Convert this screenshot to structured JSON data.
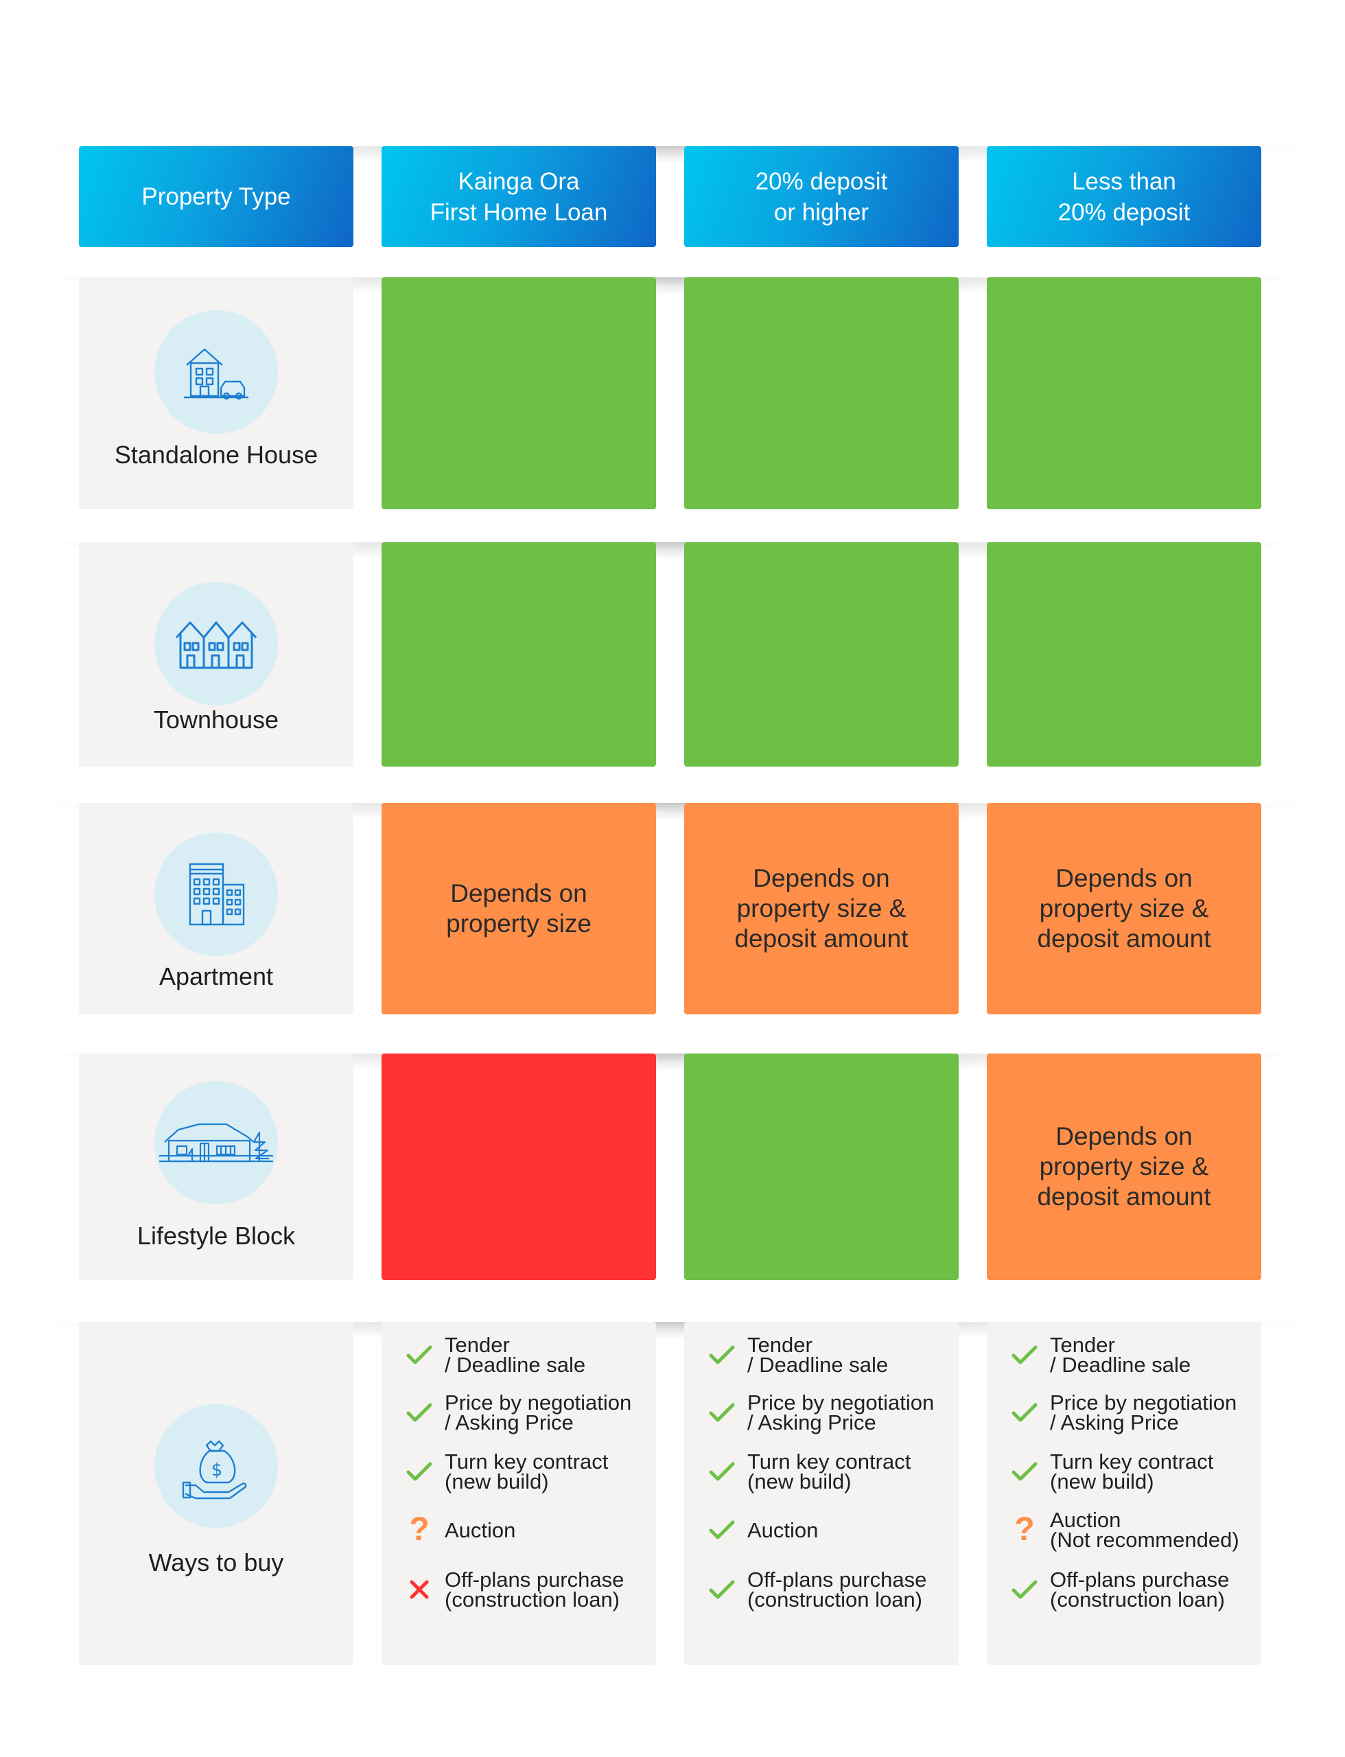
{
  "colors": {
    "header_gradient": [
      "#00c6ef",
      "#0f66c6"
    ],
    "label_bg": "#f4f3f1",
    "icon_bg": "#d8eef4",
    "green": "#6dbf46",
    "orange": "#ff8f48",
    "red": "#ff3131",
    "check": "#6dbf46",
    "question": "#ff8f48",
    "cross": "#ff3131"
  },
  "headers": {
    "property_type": "Property Type",
    "col1": "Kainga Ora\nFirst Home Loan",
    "col2": "20% deposit\nor higher",
    "col3": "Less than\n20% deposit"
  },
  "rows": {
    "standalone": {
      "label": "Standalone House",
      "icon": "house-with-car-icon",
      "cells": [
        "green",
        "green",
        "green"
      ],
      "texts": [
        "",
        "",
        ""
      ]
    },
    "townhouse": {
      "label": "Townhouse",
      "icon": "townhouses-icon",
      "cells": [
        "green",
        "green",
        "green"
      ],
      "texts": [
        "",
        "",
        ""
      ]
    },
    "apartment": {
      "label": "Apartment",
      "icon": "apartment-building-icon",
      "cells": [
        "orange",
        "orange",
        "orange"
      ],
      "texts": [
        "Depends on\nproperty size",
        "Depends on\nproperty size &\ndeposit amount",
        "Depends on\nproperty size &\ndeposit amount"
      ]
    },
    "lifestyle": {
      "label": "Lifestyle Block",
      "icon": "farmhouse-with-trees-icon",
      "cells": [
        "red",
        "green",
        "orange"
      ],
      "texts": [
        "",
        "",
        "Depends on\nproperty size &\ndeposit amount"
      ]
    }
  },
  "ways": {
    "label": "Ways to buy",
    "icon": "money-bag-hand-icon",
    "columns": [
      [
        {
          "status": "check",
          "text": "Tender\n/ Deadline sale"
        },
        {
          "status": "check",
          "text": "Price by negotiation\n/ Asking Price"
        },
        {
          "status": "check",
          "text": "Turn key contract\n(new build)"
        },
        {
          "status": "question",
          "text": "Auction"
        },
        {
          "status": "cross",
          "text": "Off-plans purchase\n(construction loan)"
        }
      ],
      [
        {
          "status": "check",
          "text": "Tender\n/ Deadline sale"
        },
        {
          "status": "check",
          "text": "Price by negotiation\n/ Asking Price"
        },
        {
          "status": "check",
          "text": "Turn key contract\n(new build)"
        },
        {
          "status": "check",
          "text": "Auction"
        },
        {
          "status": "check",
          "text": "Off-plans purchase\n(construction loan)"
        }
      ],
      [
        {
          "status": "check",
          "text": "Tender\n/ Deadline sale"
        },
        {
          "status": "check",
          "text": "Price by negotiation\n/ Asking Price"
        },
        {
          "status": "check",
          "text": "Turn key contract\n(new build)"
        },
        {
          "status": "question",
          "text": "Auction\n(Not recommended)"
        },
        {
          "status": "check",
          "text": "Off-plans purchase\n(construction loan)"
        }
      ]
    ]
  }
}
